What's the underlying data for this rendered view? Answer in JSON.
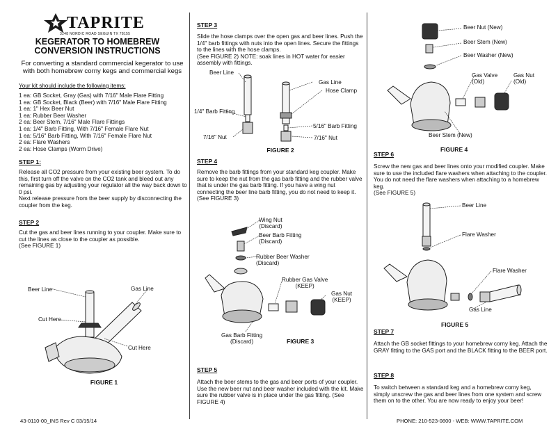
{
  "brand": {
    "name": "TAPRITE",
    "address": "3248 NORDIC ROAD SEGUIN TX 78155"
  },
  "title": {
    "line1": "KEGERATOR TO HOMEBREW",
    "line2": "CONVERSION INSTRUCTIONS"
  },
  "intro": "For converting a standard commercial kegerator to use with both homebrew corny kegs and commercial kegs",
  "kit": {
    "heading": "Your kit should include the following items:",
    "items": [
      "1 ea:  GB Socket, Gray (Gas) with 7/16\" Male Flare Fitting",
      "1 ea:  GB Socket, Black (Beer) with 7/16\" Male Flare Fitting",
      "1 ea:  1\" Hex Beer Nut",
      "1 ea:  Rubber Beer Washer",
      "2 ea:  Beer Stem, 7/16\" Male Flare Fittings",
      "1 ea:  1/4\" Barb Fitting, With 7/16\" Female Flare Nut",
      "1 ea:  5/16\" Barb Fitting, With 7/16\" Female Flare Nut",
      "2 ea:  Flare Washers",
      "2 ea:  Hose Clamps (Worm Drive)"
    ]
  },
  "steps": {
    "s1": {
      "heading": "STEP 1:",
      "text": "Release all CO2 pressure from your existing beer system. To do this, first turn off the valve on the CO2 tank and bleed out any remaining gas by adjusting your regulator all the way back down to 0 psi.\nNext release pressure from the beer supply by disconnecting the coupler from the keg."
    },
    "s2": {
      "heading": "STEP 2",
      "text": "Cut the gas and beer lines running to your coupler.  Make sure to cut the lines as close to the coupler as possible.\n(See FIGURE 1)"
    },
    "s3": {
      "heading": "STEP 3",
      "text": "Slide the hose clamps over the open gas and beer lines. Push the 1/4\" barb fittings with nuts into the open lines. Secure the fittings to the lines with the hose clamps.\n(See FIGURE 2) NOTE: soak lines in HOT water for easier assembly with fittings."
    },
    "s4": {
      "heading": "STEP 4",
      "text": "Remove the barb fittings from your standard keg coupler. Make sure to keep the nut from the gas barb fitting and the rubber valve that is under the gas barb fitting.  If you have a wing nut connecting the beer line barb fitting, you do not need to keep it.  (See FIGURE 3)"
    },
    "s5": {
      "heading": "STEP 5",
      "text": "Attach the beer stems to the gas and beer ports of your coupler.  Use the new beer nut and beer washer included with the kit.  Make sure the rubber valve is in place under the gas fitting.  (See FIGURE 4)"
    },
    "s6": {
      "heading": "STEP 6",
      "text": "Screw the new gas and beer lines onto your modified coupler.  Make sure to use the included flare washers when attaching to the coupler.  You do not need the flare washers when attaching to a homebrew keg.\n(See FIGURE 5)"
    },
    "s7": {
      "heading": "STEP 7",
      "text": "Attach the GB socket fittings to your homebrew corny keg. Attach the GRAY fitting to the GAS port and the BLACK fitting to the BEER port."
    },
    "s8": {
      "heading": "STEP 8",
      "text": "To switch between a standard keg and a homebrew corny keg, simply unscrew the gas and beer lines from one system and screw them on to the other. You are now ready to enjoy your beer!"
    }
  },
  "fig1": {
    "caption": "FIGURE 1",
    "beer_line": "Beer Line",
    "gas_line": "Gas Line",
    "cut_here_left": "Cut Here",
    "cut_here_right": "Cut Here"
  },
  "fig2": {
    "caption": "FIGURE 2",
    "beer_line": "Beer Line",
    "gas_line": "Gas Line",
    "hose_clamp": "Hose Clamp",
    "barb_quarter": "1/4\" Barb Fitting",
    "barb_5_16": "5/16\" Barb Fitting",
    "nut_left": "7/16\" Nut",
    "nut_right": "7/16\" Nut"
  },
  "fig3": {
    "caption": "FIGURE 3",
    "wing_nut": "Wing Nut\n(Discard)",
    "beer_barb": "Beer Barb Fitting\n(Discard)",
    "rubber_washer": "Rubber Beer Washer\n(Discard)",
    "rubber_valve": "Rubber Gas Valve\n(KEEP)",
    "gas_nut": "Gas Nut\n(KEEP)",
    "gas_barb": "Gas Barb Fitting\n(Discard)"
  },
  "fig4": {
    "caption": "FIGURE 4",
    "beer_nut": "Beer Nut (New)",
    "beer_stem_top": "Beer Stem (New)",
    "beer_washer": "Beer Washer (New)",
    "gas_valve": "Gas Valve\n(Old)",
    "gas_nut": "Gas Nut\n(Old)",
    "beer_stem_bottom": "Beer Stem (New)"
  },
  "fig5": {
    "caption": "FIGURE 5",
    "beer_line": "Beer Line",
    "flare_washer_1": "Flare Washer",
    "flare_washer_2": "Flare Washer",
    "gas_line": "Gas Line"
  },
  "footer": {
    "left": "43-0110-00_INS  Rev C  03/15/14",
    "right": "PHONE: 210-523-0800 - WEB: WWW.TAPRITE.COM"
  }
}
